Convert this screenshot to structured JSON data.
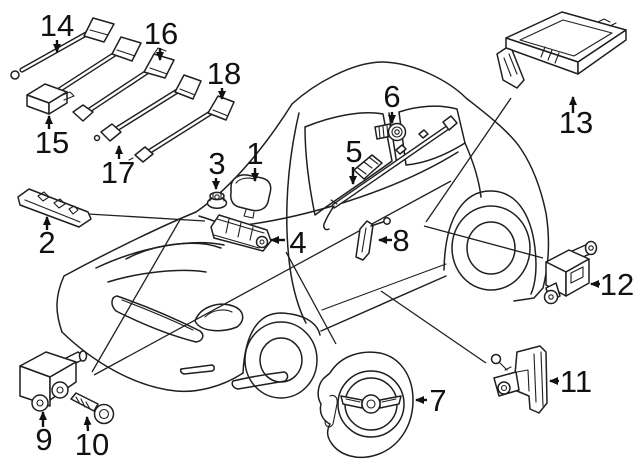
{
  "diagram": {
    "background_color": "#ffffff",
    "line_color": "#1f1f1f",
    "label_color": "#111111",
    "callouts": [
      {
        "label": "1"
      },
      {
        "label": "2"
      },
      {
        "label": "3"
      },
      {
        "label": "4"
      },
      {
        "label": "5"
      },
      {
        "label": "6"
      },
      {
        "label": "7"
      },
      {
        "label": "8"
      },
      {
        "label": "9"
      },
      {
        "label": "10"
      },
      {
        "label": "11"
      },
      {
        "label": "12"
      },
      {
        "label": "13"
      },
      {
        "label": "14"
      },
      {
        "label": "15"
      },
      {
        "label": "16"
      },
      {
        "label": "17"
      },
      {
        "label": "18"
      }
    ]
  }
}
